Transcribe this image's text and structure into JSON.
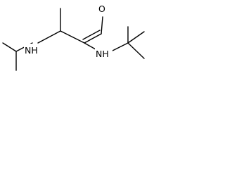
{
  "molecule": {
    "atoms": {
      "carbonyl_oxygen": "O",
      "amine_nh": "NH",
      "amide_nh": "NH"
    },
    "colors": {
      "bond": "#000000",
      "label": "#000000",
      "background": "#ffffff"
    }
  }
}
